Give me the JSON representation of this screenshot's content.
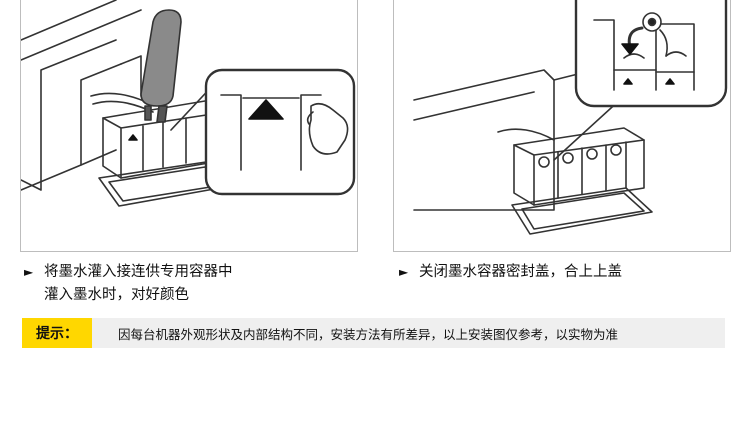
{
  "step_left": {
    "lines": [
      "将墨水灌入接连供专用容器中",
      "灌入墨水时，对好颜色"
    ]
  },
  "step_right": {
    "lines": [
      "关闭墨水容器密封盖，合上上盖"
    ]
  },
  "bullet_glyph": "►",
  "note": {
    "label": "提示：",
    "text": "因每台机器外观形状及内部结构不同，安装方法有所差异，以上安装图仅参考，以实物为准"
  },
  "colors": {
    "note_label_bg": "#ffd700",
    "note_bg": "#efefef",
    "panel_border": "#bdbdbd"
  }
}
